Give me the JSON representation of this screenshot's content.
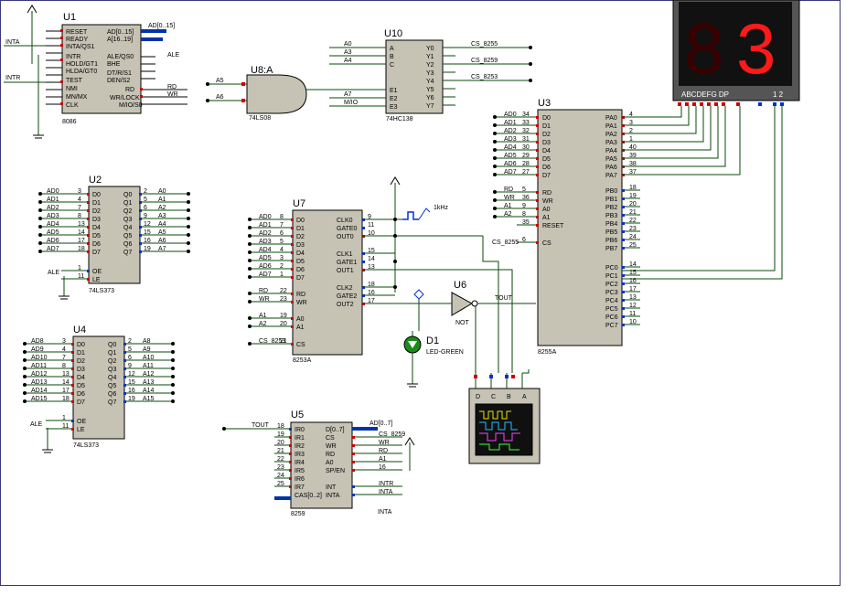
{
  "chips": {
    "u1": {
      "ref": "U1",
      "part": "8086",
      "pins_l": [
        "RESET",
        "READY",
        "INTA/QS1",
        "INTR",
        "HOLD/GT1",
        "HLDA/GT0",
        "TEST",
        "NMI",
        "MN/MX",
        "CLK"
      ],
      "pins_r": [
        "AD[0..15]",
        "A[16..19]",
        "ALE/QS0",
        "BHE",
        "DT/R/S1",
        "DEN/S2",
        "RD",
        "WR/LOCK",
        "M/IO/S0"
      ],
      "bus_ad": "AD[0..15]",
      "ale_net": "ALE",
      "rd_net": "RD",
      "wr_net": "WR",
      "inta_net": "INTA",
      "intr_net": "INTR"
    },
    "u8": {
      "ref": "U8:A",
      "part": "74LS08",
      "in1": "A5",
      "in2": "A6"
    },
    "u10": {
      "ref": "U10",
      "part": "74HC138",
      "in": [
        "A",
        "B",
        "C",
        "E1",
        "E2",
        "E3"
      ],
      "out": [
        "Y0",
        "Y1",
        "Y2",
        "Y3",
        "Y4",
        "Y5",
        "Y6",
        "Y7"
      ],
      "nets": [
        "A0",
        "A3",
        "A4",
        "A7",
        "M/IO"
      ],
      "cs": [
        "CS_8255",
        "CS_8259",
        "CS_8253"
      ]
    },
    "u3": {
      "ref": "U3",
      "part": "8255A",
      "cs_net": "CS_8255",
      "left": [
        [
          "AD0",
          "34",
          "D0"
        ],
        [
          "AD1",
          "33",
          "D1"
        ],
        [
          "AD2",
          "32",
          "D2"
        ],
        [
          "AD3",
          "31",
          "D3"
        ],
        [
          "AD4",
          "30",
          "D4"
        ],
        [
          "AD5",
          "29",
          "D5"
        ],
        [
          "AD6",
          "28",
          "D6"
        ],
        [
          "AD7",
          "27",
          "D7"
        ],
        [
          "RD",
          "5",
          "RD"
        ],
        [
          "WR",
          "36",
          "WR"
        ],
        [
          "A1",
          "9",
          "A0"
        ],
        [
          "A2",
          "8",
          "A1"
        ],
        [
          "",
          "35",
          "RESET"
        ],
        [
          "",
          "6",
          "CS"
        ]
      ],
      "right": [
        [
          "PA0",
          "4"
        ],
        [
          "PA1",
          "3"
        ],
        [
          "PA2",
          "2"
        ],
        [
          "PA3",
          "1"
        ],
        [
          "PA4",
          "40"
        ],
        [
          "PA5",
          "39"
        ],
        [
          "PA6",
          "38"
        ],
        [
          "PA7",
          "37"
        ],
        [
          "PB0",
          "18"
        ],
        [
          "PB1",
          "19"
        ],
        [
          "PB2",
          "20"
        ],
        [
          "PB3",
          "21"
        ],
        [
          "PB4",
          "22"
        ],
        [
          "PB5",
          "23"
        ],
        [
          "PB6",
          "24"
        ],
        [
          "PB7",
          "25"
        ],
        [
          "PC0",
          "14"
        ],
        [
          "PC1",
          "15"
        ],
        [
          "PC2",
          "16"
        ],
        [
          "PC3",
          "17"
        ],
        [
          "PC4",
          "13"
        ],
        [
          "PC5",
          "12"
        ],
        [
          "PC6",
          "11"
        ],
        [
          "PC7",
          "10"
        ]
      ]
    },
    "u2": {
      "ref": "U2",
      "part": "74LS373",
      "ale": "ALE",
      "rows": [
        [
          "AD0",
          "3",
          "D0",
          "Q0",
          "2",
          "A0"
        ],
        [
          "AD1",
          "4",
          "D1",
          "Q1",
          "5",
          "A1"
        ],
        [
          "AD2",
          "7",
          "D2",
          "Q2",
          "6",
          "A2"
        ],
        [
          "AD3",
          "8",
          "D3",
          "Q3",
          "9",
          "A3"
        ],
        [
          "AD4",
          "13",
          "D4",
          "Q4",
          "12",
          "A4"
        ],
        [
          "AD5",
          "14",
          "D5",
          "Q5",
          "15",
          "A5"
        ],
        [
          "AD6",
          "17",
          "D6",
          "Q6",
          "16",
          "A6"
        ],
        [
          "AD7",
          "18",
          "D7",
          "Q7",
          "19",
          "A7"
        ]
      ],
      "ctrl": [
        [
          "1",
          "OE"
        ],
        [
          "11",
          "LE"
        ]
      ]
    },
    "u4": {
      "ref": "U4",
      "part": "74LS373",
      "ale": "ALE",
      "rows": [
        [
          "AD8",
          "3",
          "D0",
          "Q0",
          "2",
          "A8"
        ],
        [
          "AD9",
          "4",
          "D1",
          "Q1",
          "5",
          "A9"
        ],
        [
          "AD10",
          "7",
          "D2",
          "Q2",
          "6",
          "A10"
        ],
        [
          "AD11",
          "8",
          "D3",
          "Q3",
          "9",
          "A11"
        ],
        [
          "AD12",
          "13",
          "D4",
          "Q4",
          "12",
          "A12"
        ],
        [
          "AD13",
          "14",
          "D5",
          "Q5",
          "15",
          "A13"
        ],
        [
          "AD14",
          "17",
          "D6",
          "Q6",
          "16",
          "A14"
        ],
        [
          "AD15",
          "18",
          "D7",
          "Q7",
          "19",
          "A15"
        ]
      ],
      "ctrl": [
        [
          "1",
          "OE"
        ],
        [
          "11",
          "LE"
        ]
      ]
    },
    "u7": {
      "ref": "U7",
      "part": "8253A",
      "left": [
        [
          "AD0",
          "8",
          "D0"
        ],
        [
          "AD1",
          "7",
          "D1"
        ],
        [
          "AD2",
          "6",
          "D2"
        ],
        [
          "AD3",
          "5",
          "D3"
        ],
        [
          "AD4",
          "4",
          "D4"
        ],
        [
          "AD5",
          "3",
          "D5"
        ],
        [
          "AD6",
          "2",
          "D6"
        ],
        [
          "AD7",
          "1",
          "D7"
        ],
        [
          "RD",
          "22",
          "RD"
        ],
        [
          "WR",
          "23",
          "WR"
        ],
        [
          "A1",
          "19",
          "A0"
        ],
        [
          "A2",
          "20",
          "A1"
        ],
        [
          "CS_8253",
          "21",
          "CS"
        ]
      ],
      "right": [
        [
          "CLK0",
          "9"
        ],
        [
          "GATE0",
          "11"
        ],
        [
          "OUT0",
          "10"
        ],
        [
          "CLK1",
          "15"
        ],
        [
          "GATE1",
          "14"
        ],
        [
          "OUT1",
          "13"
        ],
        [
          "CLK2",
          "18"
        ],
        [
          "GATE2",
          "16"
        ],
        [
          "OUT2",
          "17"
        ]
      ]
    },
    "u6": {
      "ref": "U6",
      "part": "NOT",
      "out_net": "TOUT"
    },
    "u5": {
      "ref": "U5",
      "part": "8259",
      "tout": "TOUT",
      "bus": "AD[0..7]",
      "inta_net": "INTA",
      "left": [
        [
          "18",
          "IR0"
        ],
        [
          "19",
          "IR1"
        ],
        [
          "20",
          "IR2"
        ],
        [
          "21",
          "IR3"
        ],
        [
          "22",
          "IR4"
        ],
        [
          "23",
          "IR5"
        ],
        [
          "24",
          "IR6"
        ],
        [
          "25",
          "IR7"
        ],
        [
          "",
          "CAS[0..2]"
        ]
      ],
      "right": [
        [
          "D[0..7]",
          ""
        ],
        [
          "CS",
          "CS_8259"
        ],
        [
          "WR",
          "WR"
        ],
        [
          "RD",
          "RD"
        ],
        [
          "A0",
          "A1"
        ],
        [
          "SP/EN",
          "16"
        ],
        [
          "INT",
          "INTR"
        ],
        [
          "INTA",
          "INTA"
        ]
      ]
    }
  },
  "display": {
    "digit_left": "8",
    "digit_right": "3",
    "seg_label": "ABCDEFG  DP",
    "com_label": "1 2"
  },
  "clock": {
    "freq": "1kHz"
  },
  "led": {
    "ref": "D1",
    "part": "LED-GREEN"
  },
  "scope": {
    "ch": [
      "D",
      "C",
      "B",
      "A"
    ]
  },
  "colors": {
    "chip_fill": "#c6c3b5",
    "wire": "#0a4a0a",
    "pin_red": "#cc0000",
    "pin_blue": "#0033cc",
    "bus_blue": "#0033aa",
    "seg_on": "#ff1a1a"
  }
}
